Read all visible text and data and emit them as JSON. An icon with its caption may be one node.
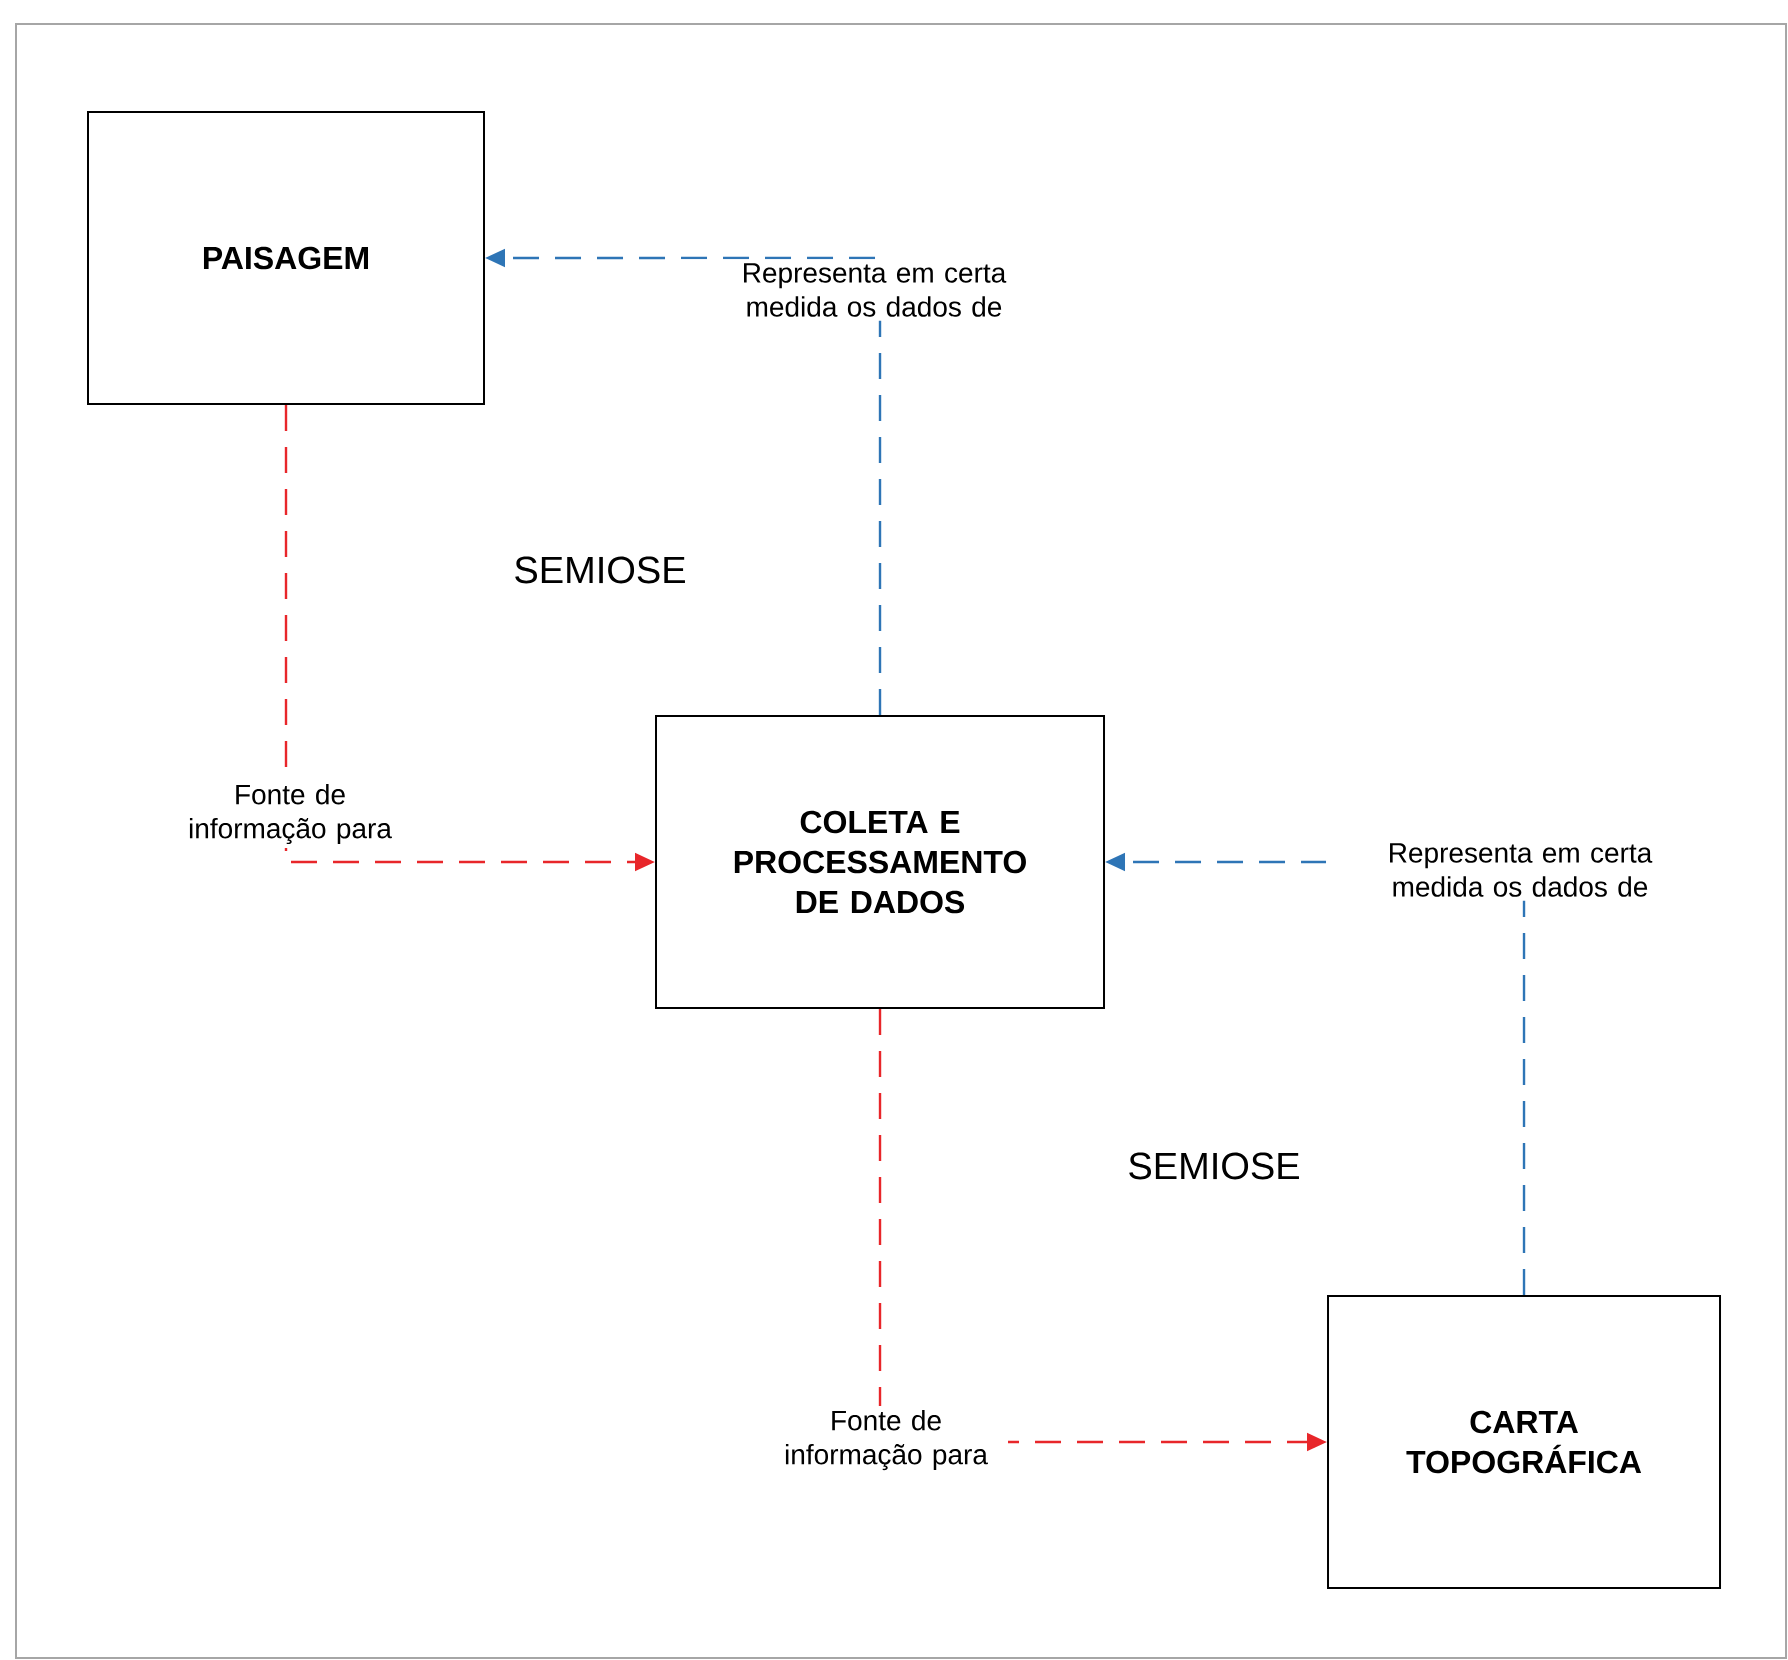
{
  "diagram": {
    "nodes": [
      {
        "text": [
          "PAISAGEM"
        ]
      },
      {
        "text": [
          "COLETA E PROCESSAMENTO DE DADOS"
        ]
      },
      {
        "text": [
          "CARTA TOPOGRÁFICA"
        ]
      }
    ],
    "edges": [
      {
        "from": 0,
        "to": 1,
        "arrow": "to",
        "label": "Fonte de informação para",
        "style": "dashed",
        "color": "#e8262a"
      },
      {
        "from": 1,
        "to": 0,
        "arrow": "to",
        "label": "Representa em certa medida os dados de",
        "style": "dashed",
        "color": "#2e75b6"
      },
      {
        "from": 1,
        "to": 2,
        "arrow": "to",
        "label": "Fonte de informação para",
        "style": "dashed",
        "color": "#e8262a"
      },
      {
        "from": 2,
        "to": 1,
        "arrow": "to",
        "label": "Representa em certa medida os dados de",
        "style": "dashed",
        "color": "#2e75b6"
      }
    ],
    "labels": [
      "SEMIOSE",
      "SEMIOSE"
    ]
  }
}
